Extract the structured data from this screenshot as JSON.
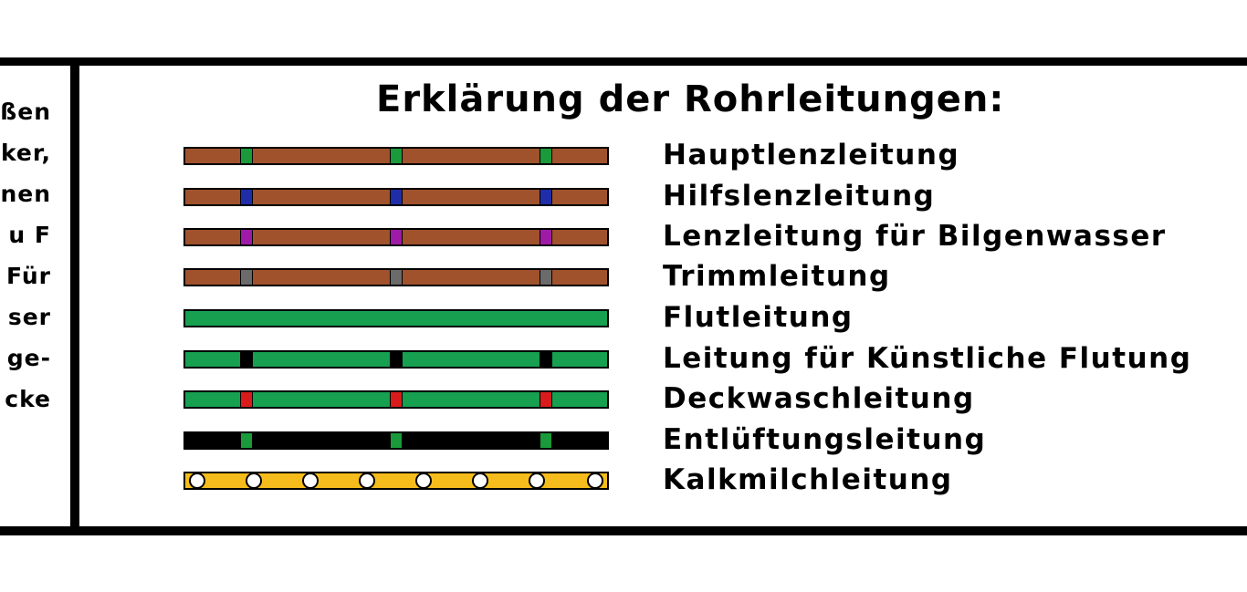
{
  "left_text_fragment": [
    "ßen",
    "ker,",
    "nen",
    "u F",
    "Für",
    "ser",
    "ge-",
    "cke"
  ],
  "title": "Erklärung der Rohrleitungen:",
  "legend": [
    {
      "label": "Hauptlenzleitung",
      "pipe_color": "#a0522d",
      "pattern": "markers",
      "marker_color": "#1a9a3a"
    },
    {
      "label": "Hilfslenzleitung",
      "pipe_color": "#a0522d",
      "pattern": "markers",
      "marker_color": "#1f2ea8"
    },
    {
      "label": "Lenzleitung für Bilgenwasser",
      "pipe_color": "#a0522d",
      "pattern": "markers",
      "marker_color": "#a01aa8"
    },
    {
      "label": "Trimmleitung",
      "pipe_color": "#a0522d",
      "pattern": "markers",
      "marker_color": "#6b6b6b"
    },
    {
      "label": "Flutleitung",
      "pipe_color": "#16a050",
      "pattern": "solid",
      "marker_color": ""
    },
    {
      "label": "Leitung für Künstliche Flutung",
      "pipe_color": "#16a050",
      "pattern": "markers",
      "marker_color": "#000000"
    },
    {
      "label": "Deckwaschleitung",
      "pipe_color": "#16a050",
      "pattern": "markers",
      "marker_color": "#d81c1c"
    },
    {
      "label": "Entlüftungsleitung",
      "pipe_color": "#000000",
      "pattern": "markers",
      "marker_color": "#1a9a3a"
    },
    {
      "label": "Kalkmilchleitung",
      "pipe_color": "#f5bc1c",
      "pattern": "circles",
      "marker_color": "#ffffff"
    }
  ]
}
